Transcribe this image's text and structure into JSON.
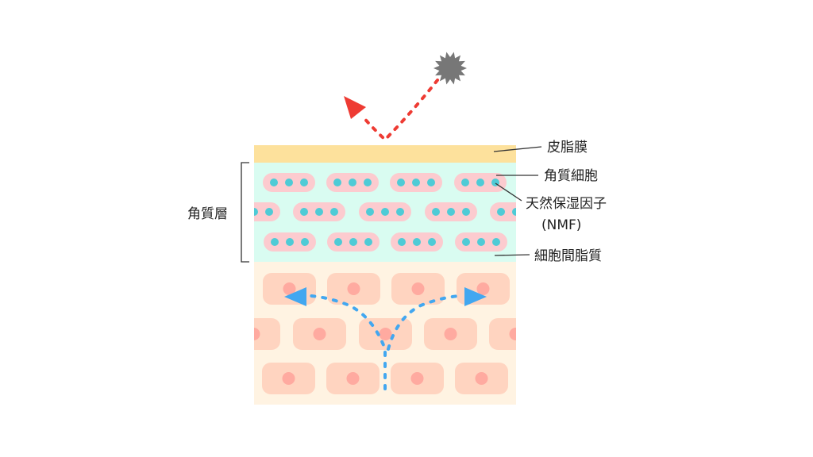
{
  "labels": {
    "sebum": "皮脂膜",
    "corneocyte": "角質細胞",
    "nmf_line1": "天然保湿因子",
    "nmf_line2": "(NMF)",
    "intercellular_lipid": "細胞間脂質",
    "stratum_corneum": "角質層"
  },
  "colors": {
    "sebum": "#fde19c",
    "corneum": "#d9fcf1",
    "corneocyte": "#fccbcf",
    "nmf": "#4ecbd6",
    "lower": "#fff3e2",
    "cell": "#ffd4c0",
    "nucleus": "#ffaaa0",
    "red_arrow": "#ee3b33",
    "blue_arrow": "#42a7f0",
    "sun": "#777777"
  }
}
